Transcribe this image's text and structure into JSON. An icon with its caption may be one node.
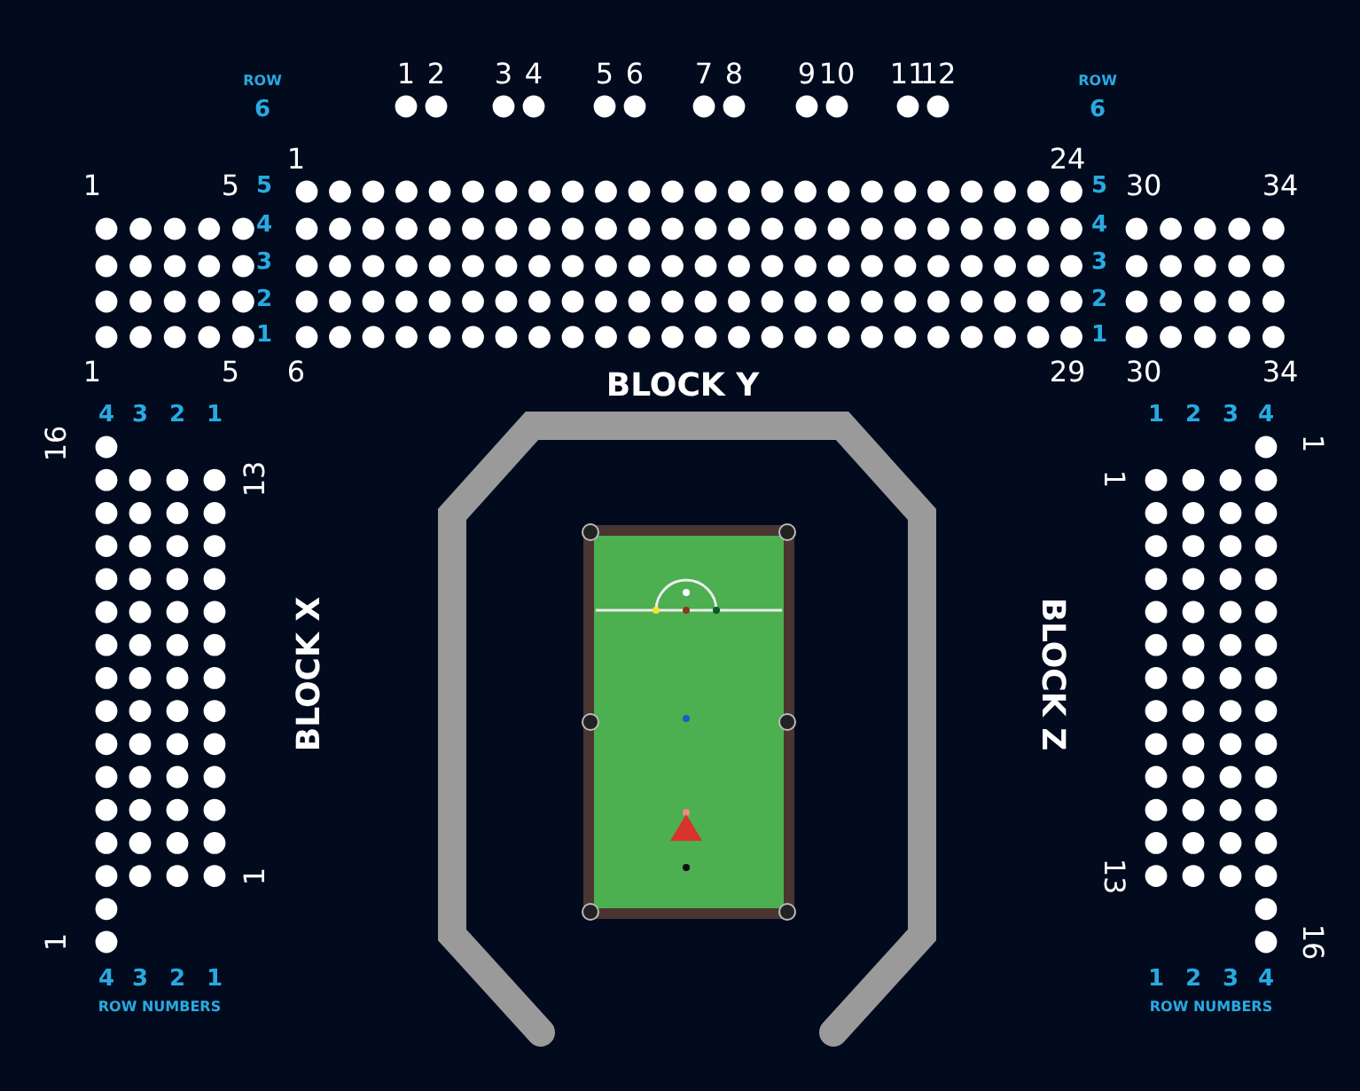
{
  "diagram": {
    "labels": [
      "ROW",
      "6",
      "1",
      "2",
      "3",
      "4",
      "5",
      "6",
      "7",
      "8",
      "9",
      "10",
      "11",
      "12",
      "ROW",
      "6",
      "1",
      "24",
      "1",
      "5",
      "5",
      "5",
      "30",
      "34",
      "4",
      "4",
      "3",
      "3",
      "2",
      "2",
      "1",
      "1",
      "1",
      "5",
      "6",
      "29",
      "30",
      "34",
      "BLOCK Y",
      "4",
      "3",
      "2",
      "1",
      "1",
      "2",
      "3",
      "4",
      "16",
      "13",
      "1",
      "1",
      "BLOCK X",
      "BLOCK Z",
      "1",
      "13",
      "1",
      "16",
      "4",
      "3",
      "2",
      "1",
      "1",
      "2",
      "3",
      "4",
      "ROW NUMBERS",
      "ROW NUMBERS"
    ]
  }
}
